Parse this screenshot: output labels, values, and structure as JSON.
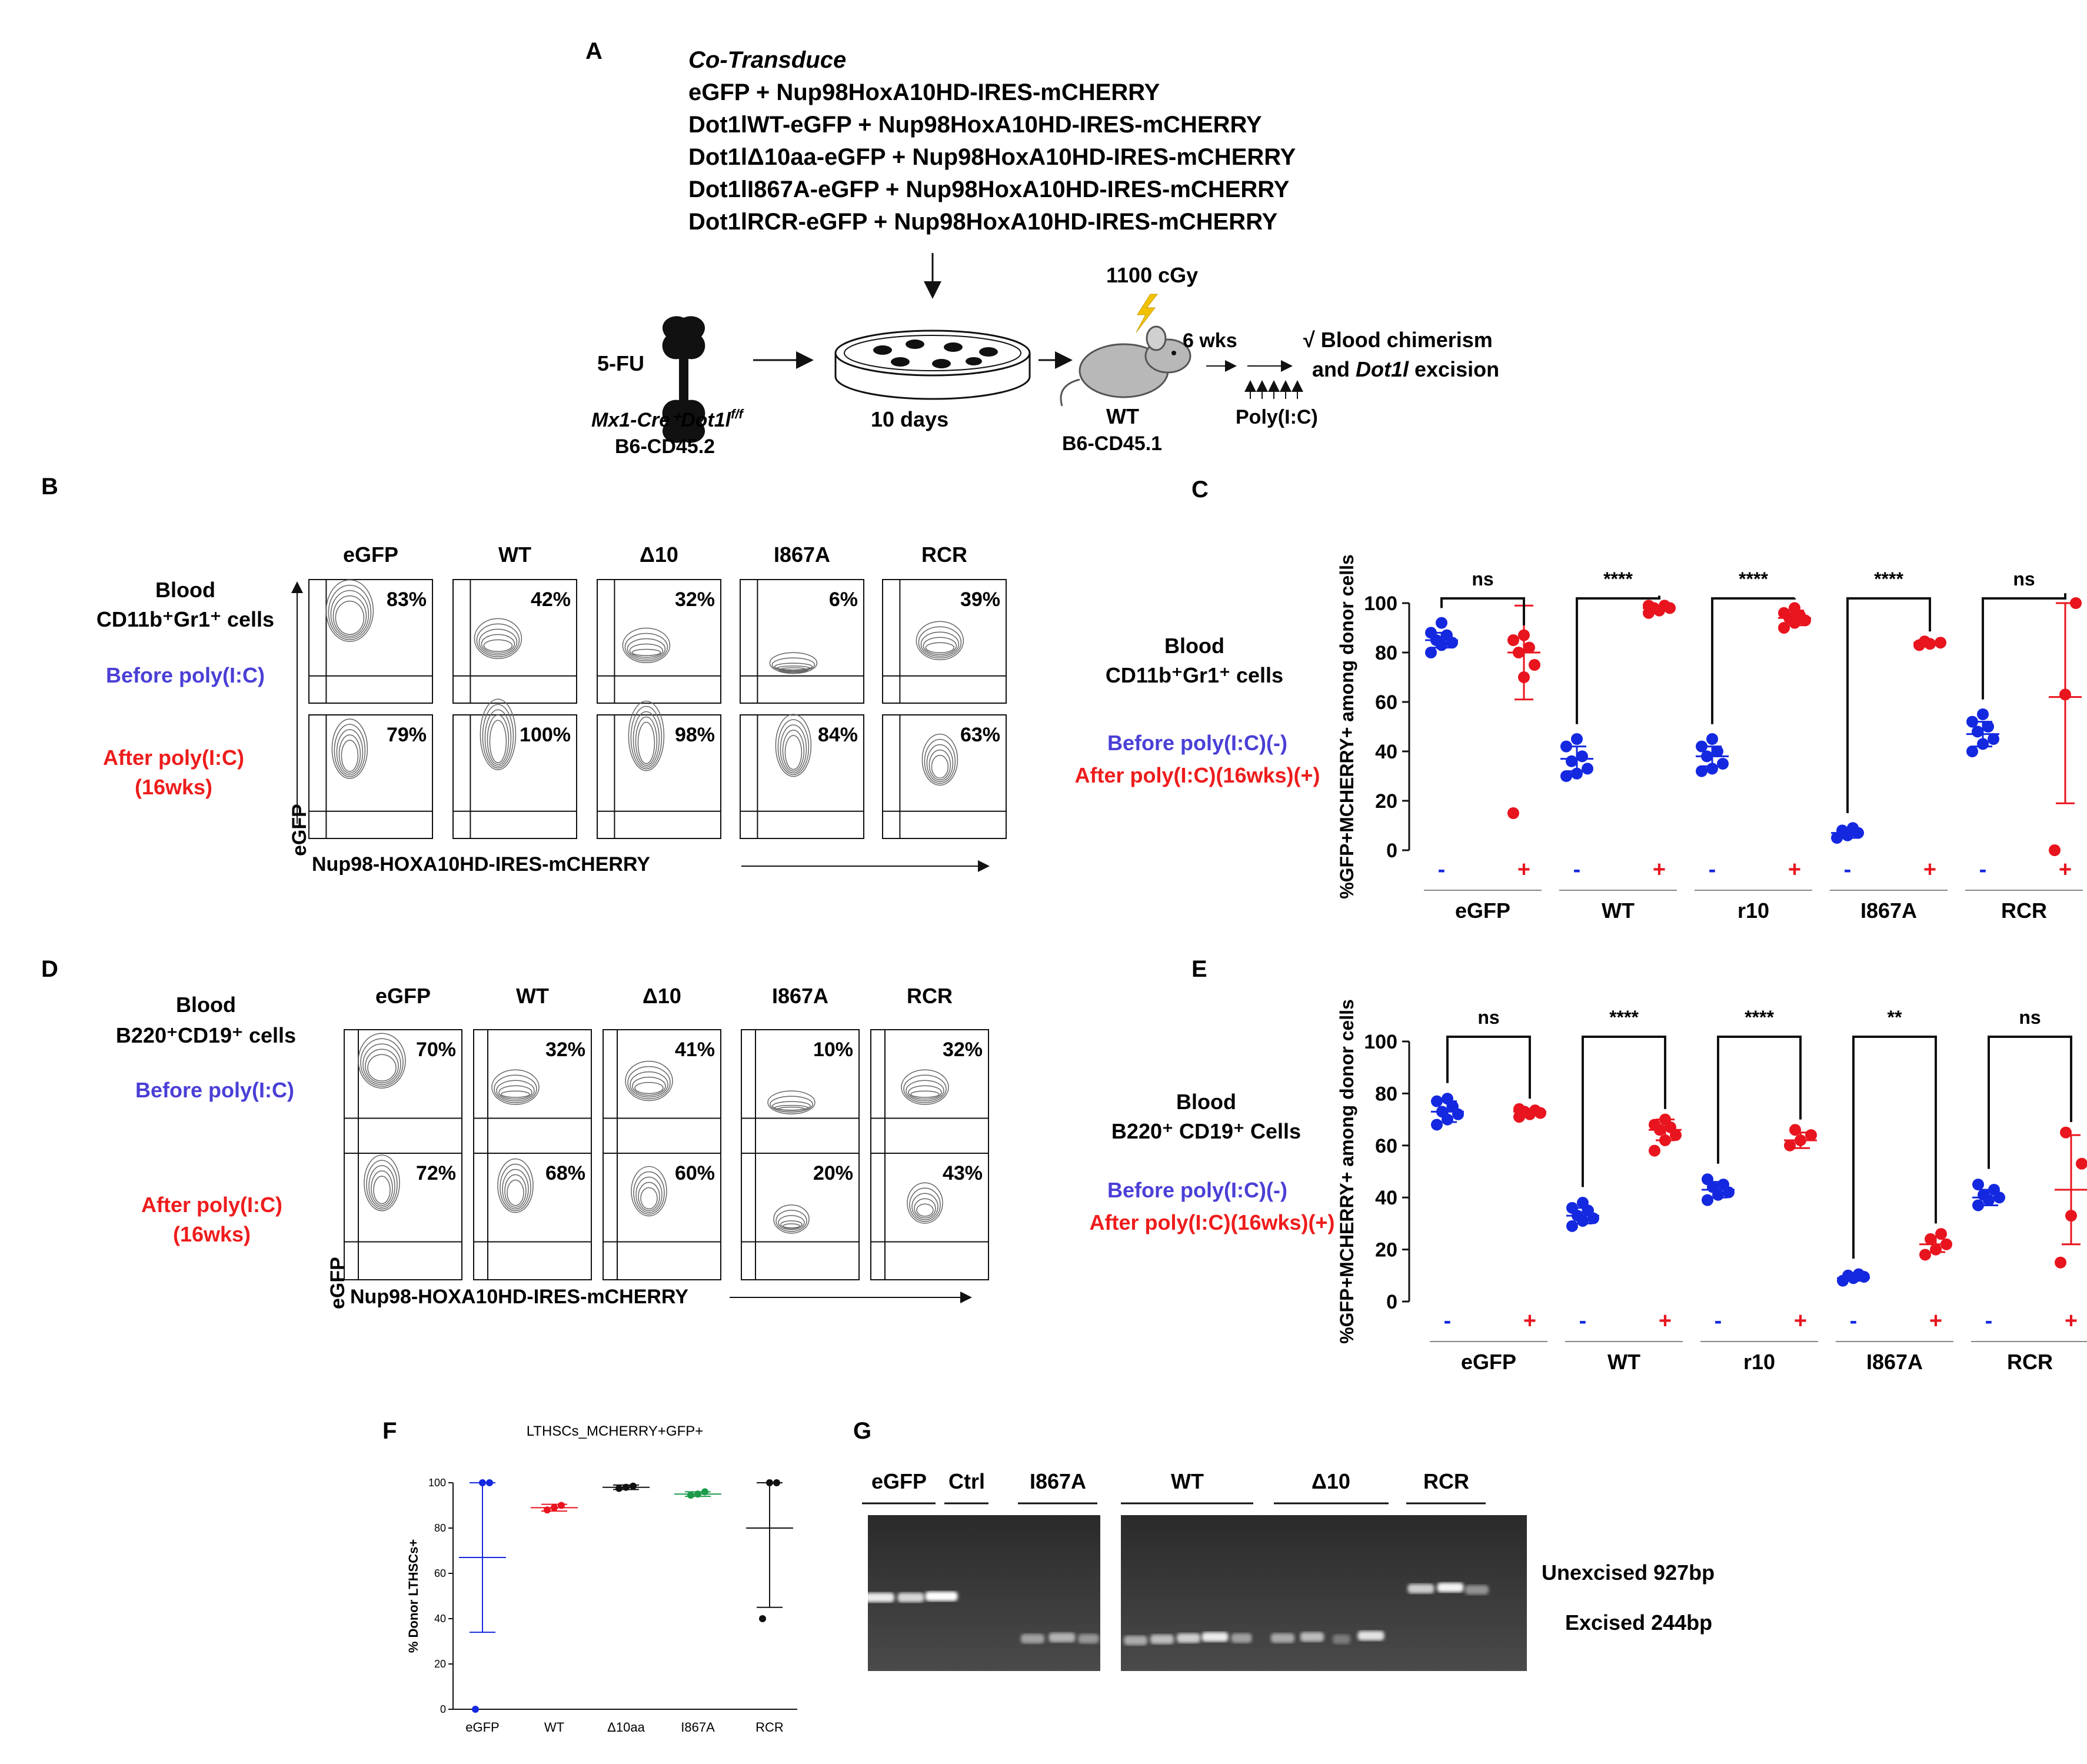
{
  "panel_labels": {
    "A": "A",
    "B": "B",
    "C": "C",
    "D": "D",
    "E": "E",
    "F": "F",
    "G": "G"
  },
  "panel_a": {
    "heading": "Co-Transduce",
    "constructs": [
      "eGFP + Nup98HoxA10HD-IRES-mCHERRY",
      "Dot1lWT-eGFP + Nup98HoxA10HD-IRES-mCHERRY",
      "Dot1lΔ10aa-eGFP + Nup98HoxA10HD-IRES-mCHERRY",
      "Dot1lI867A-eGFP + Nup98HoxA10HD-IRES-mCHERRY",
      "Dot1lRCR-eGFP + Nup98HoxA10HD-IRES-mCHERRY"
    ],
    "fu": "5-FU",
    "donor_genotype": "Mx1-Cre⁺Dot1l",
    "donor_superscript": "f/f",
    "donor_strain": "B6-CD45.2",
    "culture_days": "10 days",
    "irradiation": "1100 cGy",
    "recipient": "WT",
    "recipient_strain": "B6-CD45.1",
    "weeks": "6 wks",
    "polyic": "Poly(I:C)",
    "readout_line1": "√ Blood chimerism",
    "readout_line2_a": "and ",
    "readout_line2_b": "Dot1l",
    "readout_line2_c": " excision"
  },
  "panel_b": {
    "title_line1": "Blood",
    "title_line2": "CD11b⁺Gr1⁺ cells",
    "before": "Before poly(I:C)",
    "after_line1": "After poly(I:C)",
    "after_line2": "(16wks)",
    "columns": [
      "eGFP",
      "WT",
      "Δ10",
      "I867A",
      "RCR"
    ],
    "before_pct": [
      "83%",
      "42%",
      "32%",
      "6%",
      "39%"
    ],
    "after_pct": [
      "79%",
      "100%",
      "98%",
      "84%",
      "63%"
    ],
    "y_axis": "eGFP",
    "x_axis": "Nup98-HOXA10HD-IRES-mCHERRY"
  },
  "panel_d": {
    "title_line1": "Blood",
    "title_line2": "B220⁺CD19⁺ cells",
    "before": "Before poly(I:C)",
    "after_line1": "After poly(I:C)",
    "after_line2": "(16wks)",
    "columns": [
      "eGFP",
      "WT",
      "Δ10",
      "I867A",
      "RCR"
    ],
    "before_pct": [
      "70%",
      "32%",
      "41%",
      "10%",
      "32%"
    ],
    "after_pct": [
      "72%",
      "68%",
      "60%",
      "20%",
      "43%"
    ],
    "y_axis": "eGFP",
    "x_axis": "Nup98-HOXA10HD-IRES-mCHERRY"
  },
  "panel_c_legend": {
    "line1": "Blood",
    "line2": "CD11b⁺Gr1⁺ cells",
    "before": "Before poly(I:C)(-)",
    "after": "After poly(I:C)(16wks)(+)"
  },
  "panel_e_legend": {
    "line1": "Blood",
    "line2": "B220⁺ CD19⁺ Cells",
    "before": "Before poly(I:C)(-)",
    "after": "After poly(I:C)(16wks)(+)"
  },
  "colors": {
    "before": "#1428e0",
    "after": "#e8141e",
    "before_text": "#4a3fd6",
    "after_text": "#ee1c1c",
    "green": "#1a9a4a",
    "black": "#111111"
  },
  "chart_data": [
    {
      "panel": "C",
      "type": "scatter",
      "ylabel": "%GFP+MCHERRY+ among donor cells",
      "ylim": [
        0,
        100
      ],
      "yticks": [
        0,
        20,
        40,
        60,
        80,
        100
      ],
      "groups": [
        "eGFP",
        "WT",
        "r10",
        "I867A",
        "RCR"
      ],
      "x_signs": [
        "-",
        "+"
      ],
      "significance": [
        "ns",
        "****",
        "****",
        "****",
        "ns"
      ],
      "series": [
        {
          "name": "Before poly(I:C)(-)",
          "means": [
            85,
            37,
            38,
            7,
            47
          ],
          "errors": [
            3,
            5,
            4,
            2,
            5
          ],
          "points": [
            [
              80,
              83,
              84,
              85,
              87,
              88,
              92
            ],
            [
              30,
              31,
              33,
              36,
              38,
              42,
              45
            ],
            [
              32,
              33,
              35,
              38,
              40,
              42,
              45
            ],
            [
              5,
              6,
              7,
              8,
              9
            ],
            [
              40,
              43,
              45,
              48,
              50,
              52,
              55
            ]
          ]
        },
        {
          "name": "After poly(I:C)(16wks)(+)",
          "means": [
            80,
            98,
            94,
            84,
            62
          ],
          "errors": [
            19,
            1,
            3,
            0.5,
            43
          ],
          "points": [
            [
              15,
              70,
              75,
              80,
              82,
              85,
              87
            ],
            [
              96,
              97,
              98,
              98,
              99,
              99
            ],
            [
              90,
              92,
              93,
              94,
              95,
              96,
              98
            ],
            [
              83,
              83.5,
              84,
              84.5
            ],
            [
              0,
              63,
              100
            ]
          ]
        }
      ]
    },
    {
      "panel": "E",
      "type": "scatter",
      "ylabel": "%GFP+MCHERRY+ among donor cells",
      "ylim": [
        0,
        100
      ],
      "yticks": [
        0,
        20,
        40,
        60,
        80,
        100
      ],
      "groups": [
        "eGFP",
        "WT",
        "r10",
        "I867A",
        "RCR"
      ],
      "x_signs": [
        "-",
        "+"
      ],
      "significance": [
        "ns",
        "****",
        "****",
        "**",
        "ns"
      ],
      "series": [
        {
          "name": "Before poly(I:C)(-)",
          "means": [
            73,
            33,
            43,
            9,
            40
          ],
          "errors": [
            4,
            3,
            3,
            1,
            3
          ],
          "points": [
            [
              68,
              70,
              72,
              73,
              75,
              77,
              78
            ],
            [
              29,
              31,
              32,
              33,
              35,
              36,
              38
            ],
            [
              39,
              41,
              42,
              44,
              45,
              47
            ],
            [
              8,
              9,
              9.5,
              10,
              10.5
            ],
            [
              37,
              39,
              40,
              41,
              43,
              45
            ]
          ]
        },
        {
          "name": "After poly(I:C)(16wks)(+)",
          "means": [
            73,
            66,
            62,
            22,
            43
          ],
          "errors": [
            1,
            4,
            3,
            3,
            21
          ],
          "points": [
            [
              71,
              72,
              72.5,
              73,
              73.5,
              74
            ],
            [
              58,
              62,
              64,
              66,
              67,
              68,
              70
            ],
            [
              60,
              62,
              64,
              66
            ],
            [
              18,
              20,
              22,
              24,
              26
            ],
            [
              15,
              33,
              53,
              65
            ]
          ]
        }
      ]
    },
    {
      "panel": "F",
      "type": "scatter",
      "title": "LTHSCs_MCHERRY+GFP+",
      "ylabel": "% Donor LTHSCs+",
      "ylim": [
        0,
        100
      ],
      "yticks": [
        0,
        20,
        40,
        60,
        80,
        100
      ],
      "categories": [
        "eGFP",
        "WT",
        "Δ10aa",
        "I867A",
        "RCR"
      ],
      "means": [
        67,
        89,
        98,
        95,
        80
      ],
      "errors": [
        33,
        1.5,
        1,
        1,
        35
      ],
      "points": [
        [
          0,
          100,
          100
        ],
        [
          88,
          89,
          90
        ],
        [
          97.5,
          98,
          98.5
        ],
        [
          94.5,
          95,
          96
        ],
        [
          40,
          100,
          100
        ]
      ],
      "point_colors": [
        "#1428e0",
        "#e8141e",
        "#111111",
        "#1a9a4a",
        "#111111"
      ]
    }
  ],
  "panel_g": {
    "lane_groups": [
      "eGFP",
      "Ctrl",
      "I867A",
      "WT",
      "Δ10",
      "RCR"
    ],
    "band_upper": "Unexcised 927bp",
    "band_lower": "Excised 244bp"
  }
}
